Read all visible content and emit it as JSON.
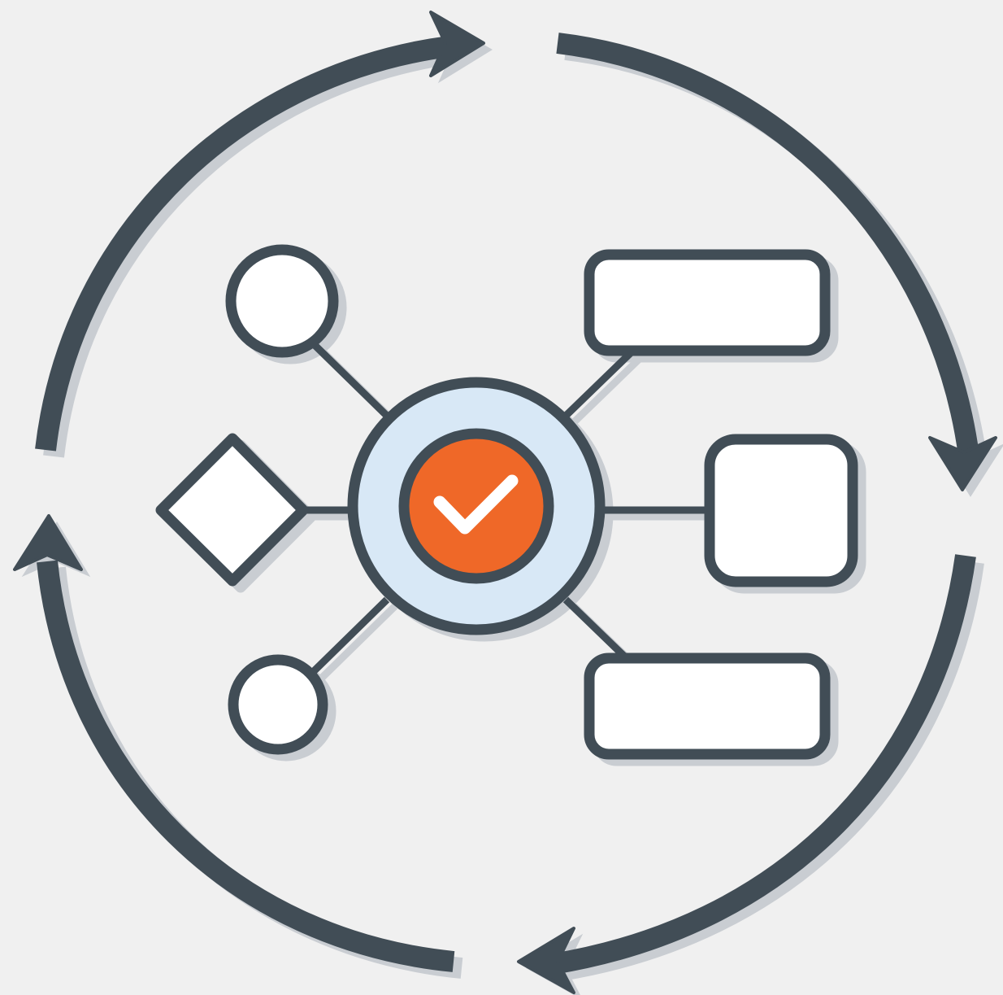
{
  "diagram": {
    "kind": "process-cycle-hub",
    "colors": {
      "background": "#f0f0f0",
      "stroke": "#414d56",
      "shadow": "#c9cdd2",
      "node_fill": "#ffffff",
      "hub_ring_fill": "#d8e8f6",
      "hub_core_fill": "#ef6828",
      "check_mark": "#ffffff"
    },
    "cycle_arrows": [
      {
        "name": "cycle-arrow-top-left",
        "direction": "clockwise",
        "icon": "arrow-head"
      },
      {
        "name": "cycle-arrow-top-right",
        "direction": "clockwise",
        "icon": "arrow-head"
      },
      {
        "name": "cycle-arrow-bottom-right",
        "direction": "clockwise",
        "icon": "arrow-head"
      },
      {
        "name": "cycle-arrow-bottom-left",
        "direction": "clockwise",
        "icon": "arrow-head"
      }
    ],
    "hub": {
      "icon": "check-icon"
    },
    "nodes": [
      {
        "name": "node-circle-top",
        "shape": "circle"
      },
      {
        "name": "node-diamond",
        "shape": "diamond"
      },
      {
        "name": "node-circle-bottom",
        "shape": "circle"
      },
      {
        "name": "node-rect-top",
        "shape": "rounded-rectangle"
      },
      {
        "name": "node-square-middle",
        "shape": "rounded-square"
      },
      {
        "name": "node-rect-bottom",
        "shape": "rounded-rectangle"
      }
    ]
  }
}
